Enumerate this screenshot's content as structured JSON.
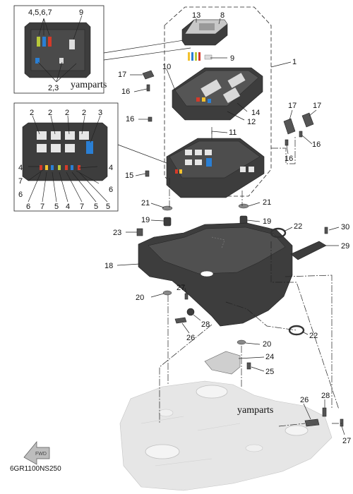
{
  "diagram": {
    "watermark_top": "yamparts",
    "watermark_bottom": "yamparts",
    "drawing_code": "6GR1100NS250",
    "fwd_label": "FWD"
  },
  "inset_top": {
    "label_fuse_group": "4,5,6,7",
    "label_fuse_9": "9",
    "label_bottom": "2,3"
  },
  "inset_left": {
    "top_labels": [
      "2",
      "2",
      "2",
      "2",
      "3"
    ],
    "label_4_left": "4",
    "label_4_right": "4",
    "label_7": "7",
    "label_6_left": "6",
    "label_6_right": "6",
    "bottom_labels": [
      "6",
      "7",
      "5",
      "4",
      "7",
      "5",
      "5"
    ]
  },
  "callouts": {
    "c1": "1",
    "c8": "8",
    "c9": "9",
    "c10": "10",
    "c11": "11",
    "c12": "12",
    "c13": "13",
    "c14": "14",
    "c15": "15",
    "c16a": "16",
    "c16b": "16",
    "c16c": "16",
    "c16d": "16",
    "c17a": "17",
    "c17b": "17",
    "c17c": "17",
    "c18": "18",
    "c19a": "19",
    "c19b": "19",
    "c20a": "20",
    "c20b": "20",
    "c21a": "21",
    "c21b": "21",
    "c22a": "22",
    "c22b": "22",
    "c23": "23",
    "c24": "24",
    "c25": "25",
    "c26a": "26",
    "c26b": "26",
    "c27a": "27",
    "c27b": "27",
    "c28a": "28",
    "c28b": "28",
    "c29": "29",
    "c30": "30"
  }
}
